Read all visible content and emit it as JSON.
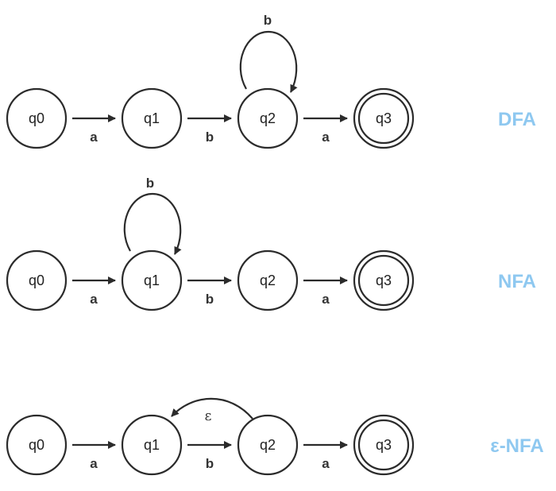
{
  "automata": [
    {
      "name": "DFA",
      "states": [
        "q0",
        "q1",
        "q2",
        "q3"
      ],
      "accepting_state": "q3",
      "transitions": [
        {
          "from": "q0",
          "to": "q1",
          "label": "a"
        },
        {
          "from": "q1",
          "to": "q2",
          "label": "b"
        },
        {
          "from": "q2",
          "to": "q3",
          "label": "a"
        },
        {
          "from": "q2",
          "to": "q2",
          "label": "b"
        }
      ]
    },
    {
      "name": "NFA",
      "states": [
        "q0",
        "q1",
        "q2",
        "q3"
      ],
      "accepting_state": "q3",
      "transitions": [
        {
          "from": "q0",
          "to": "q1",
          "label": "a"
        },
        {
          "from": "q1",
          "to": "q2",
          "label": "b"
        },
        {
          "from": "q2",
          "to": "q3",
          "label": "a"
        },
        {
          "from": "q1",
          "to": "q1",
          "label": "b"
        }
      ]
    },
    {
      "name": "ε-NFA",
      "states": [
        "q0",
        "q1",
        "q2",
        "q3"
      ],
      "accepting_state": "q3",
      "transitions": [
        {
          "from": "q0",
          "to": "q1",
          "label": "a"
        },
        {
          "from": "q1",
          "to": "q2",
          "label": "b"
        },
        {
          "from": "q2",
          "to": "q3",
          "label": "a"
        },
        {
          "from": "q2",
          "to": "q1",
          "label": "ε"
        }
      ]
    }
  ],
  "colors": {
    "stroke": "#2b2b2b",
    "title": "#8ec8f0"
  }
}
